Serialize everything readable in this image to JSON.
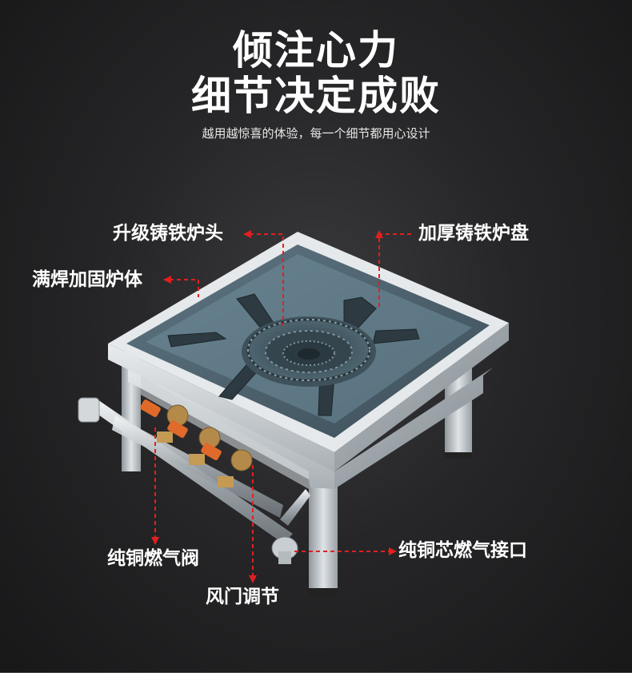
{
  "headline": {
    "line1": "倾注心力",
    "line2": "细节决定成败",
    "subtitle": "越用越惊喜的体验，每一个细节都用心设计"
  },
  "callouts": {
    "burner_head": "升级铸铁炉头",
    "burner_plate": "加厚铸铁炉盘",
    "body": "满焊加固炉体",
    "valve": "纯铜燃气阀",
    "connector": "纯铜芯燃气接口",
    "air_door": "风门调节"
  },
  "colors": {
    "background": "#262628",
    "arrow": "#e02020",
    "steel": "#c8ccd0",
    "cast_iron": "#3b4c56",
    "glass": "#6d8a99",
    "valve_handle": "#e06a2a"
  }
}
